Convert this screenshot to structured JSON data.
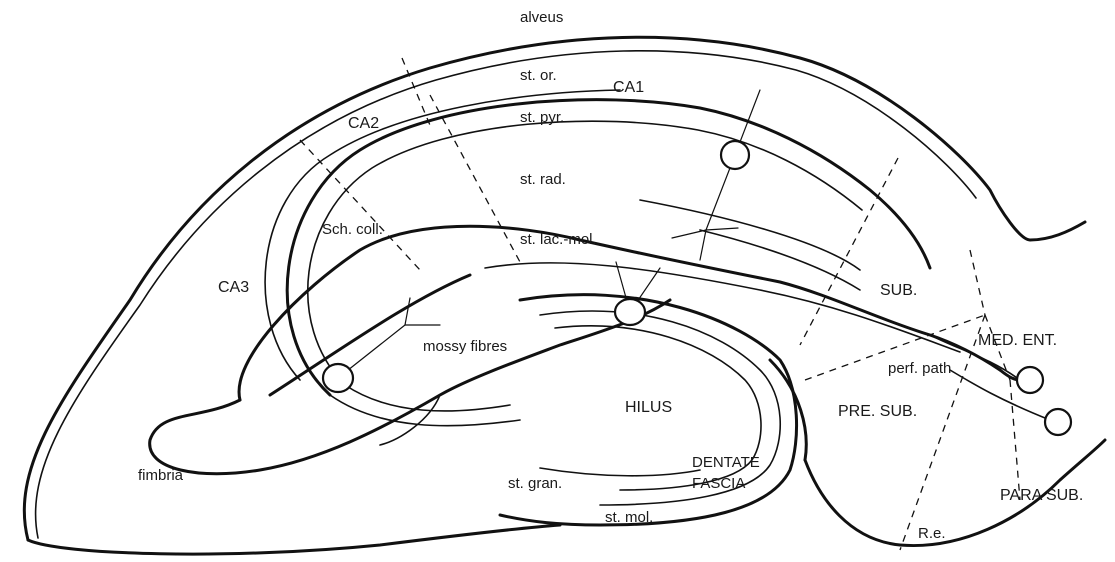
{
  "labels": {
    "alveus": "alveus",
    "st_or": "st. or.",
    "ca1": "CA1",
    "ca2": "CA2",
    "st_pyr": "st. pyr.",
    "st_rad": "st. rad.",
    "sch_coll": "Sch. coll.",
    "st_lac_mol": "st. lac.-mol.",
    "ca3": "CA3",
    "sub": "SUB.",
    "mossy_fibres": "mossy fibres",
    "med_ent": "MED. ENT.",
    "perf_path": "perf. path",
    "hilus": "HILUS",
    "pre_sub": "PRE. SUB.",
    "dentate": "DENTATE",
    "fascia": "FASCIA",
    "fimbria": "fimbria",
    "st_gran": "st. gran.",
    "para_sub": "PARA SUB.",
    "st_mol": "st. mol.",
    "r_e": "R.e."
  }
}
